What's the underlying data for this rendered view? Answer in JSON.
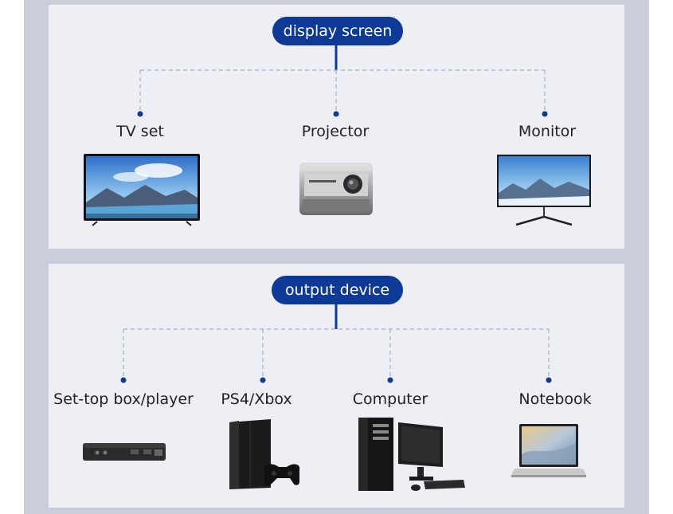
{
  "colors": {
    "pill_bg": "#0d3a96",
    "connector": "#0d3a96",
    "dashed": "#a8aec0",
    "panel_bg": "#edeff5",
    "frame_bg": "#c9ced8"
  },
  "display_section": {
    "title": "display screen",
    "items": [
      {
        "label": "TV set",
        "icon": "tv-icon"
      },
      {
        "label": "Projector",
        "icon": "projector-icon"
      },
      {
        "label": "Monitor",
        "icon": "monitor-icon"
      }
    ]
  },
  "output_section": {
    "title": "output device",
    "items": [
      {
        "label": "Set-top box/player",
        "icon": "set-top-box-icon"
      },
      {
        "label": "PS4/Xbox",
        "icon": "game-console-icon"
      },
      {
        "label": "Computer",
        "icon": "desktop-computer-icon"
      },
      {
        "label": "Notebook",
        "icon": "laptop-icon"
      }
    ]
  }
}
